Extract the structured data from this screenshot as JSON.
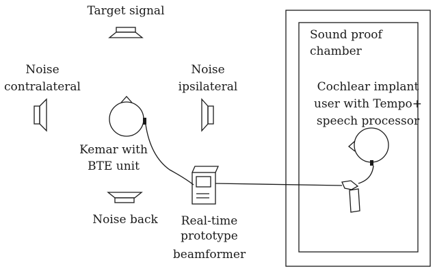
{
  "labels": {
    "target_signal": "Target signal",
    "noise_contralateral": [
      "Noise",
      "contralateral"
    ],
    "noise_ipsilateral": [
      "Noise",
      "ipsilateral"
    ],
    "kemar": [
      "Kemar with",
      "BTE unit"
    ],
    "noise_back": "Noise back",
    "beamformer": [
      "Real-time",
      "prototype",
      "beamformer"
    ],
    "chamber": [
      "Sound proof",
      "chamber"
    ],
    "ci_user": [
      "Cochlear implant",
      "user with Tempo+",
      "speech processor"
    ]
  },
  "colors": {
    "stroke": "#1a1a1a",
    "background": "#ffffff"
  }
}
